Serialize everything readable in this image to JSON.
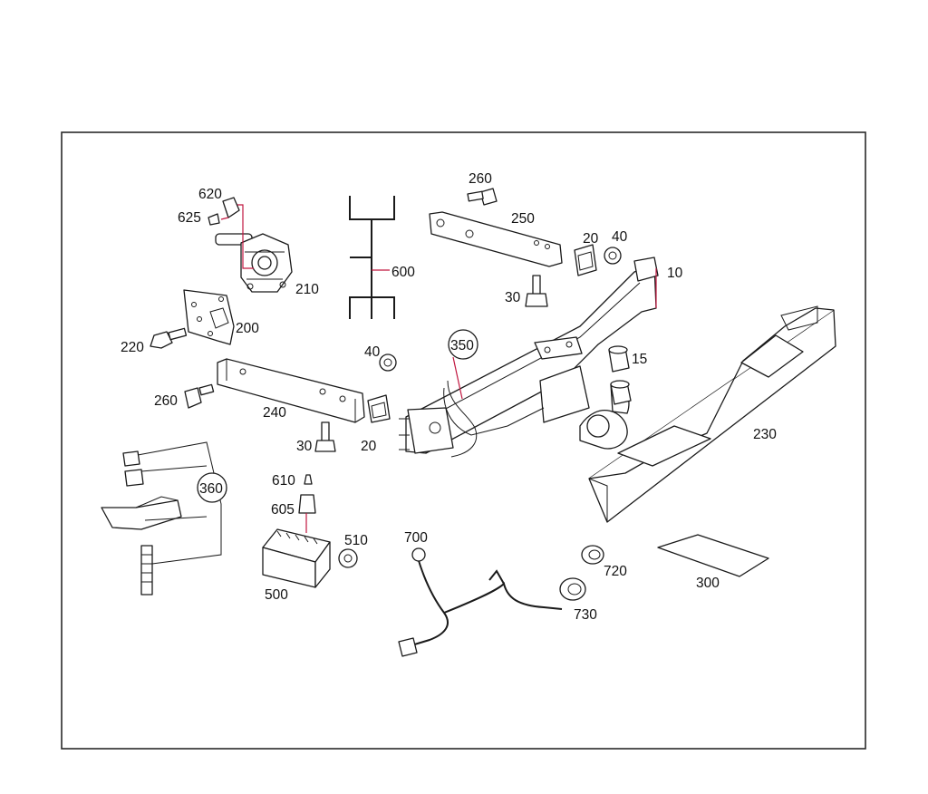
{
  "diagram": {
    "labels": {
      "p10": "10",
      "p15": "15",
      "p20a": "20",
      "p20b": "20",
      "p30a": "30",
      "p30b": "30",
      "p40a": "40",
      "p40b": "40",
      "p200": "200",
      "p210": "210",
      "p220": "220",
      "p230": "230",
      "p240": "240",
      "p250": "250",
      "p260a": "260",
      "p260b": "260",
      "p300": "300",
      "p350": "350",
      "p360": "360",
      "p500": "500",
      "p510": "510",
      "p600": "600",
      "p605": "605",
      "p610": "610",
      "p620": "620",
      "p625": "625",
      "p700": "700",
      "p720": "720",
      "p730": "730"
    },
    "colors": {
      "leader": "#c0163f",
      "outline": "#1a1a1a",
      "frame": "#2a2a2a"
    }
  }
}
